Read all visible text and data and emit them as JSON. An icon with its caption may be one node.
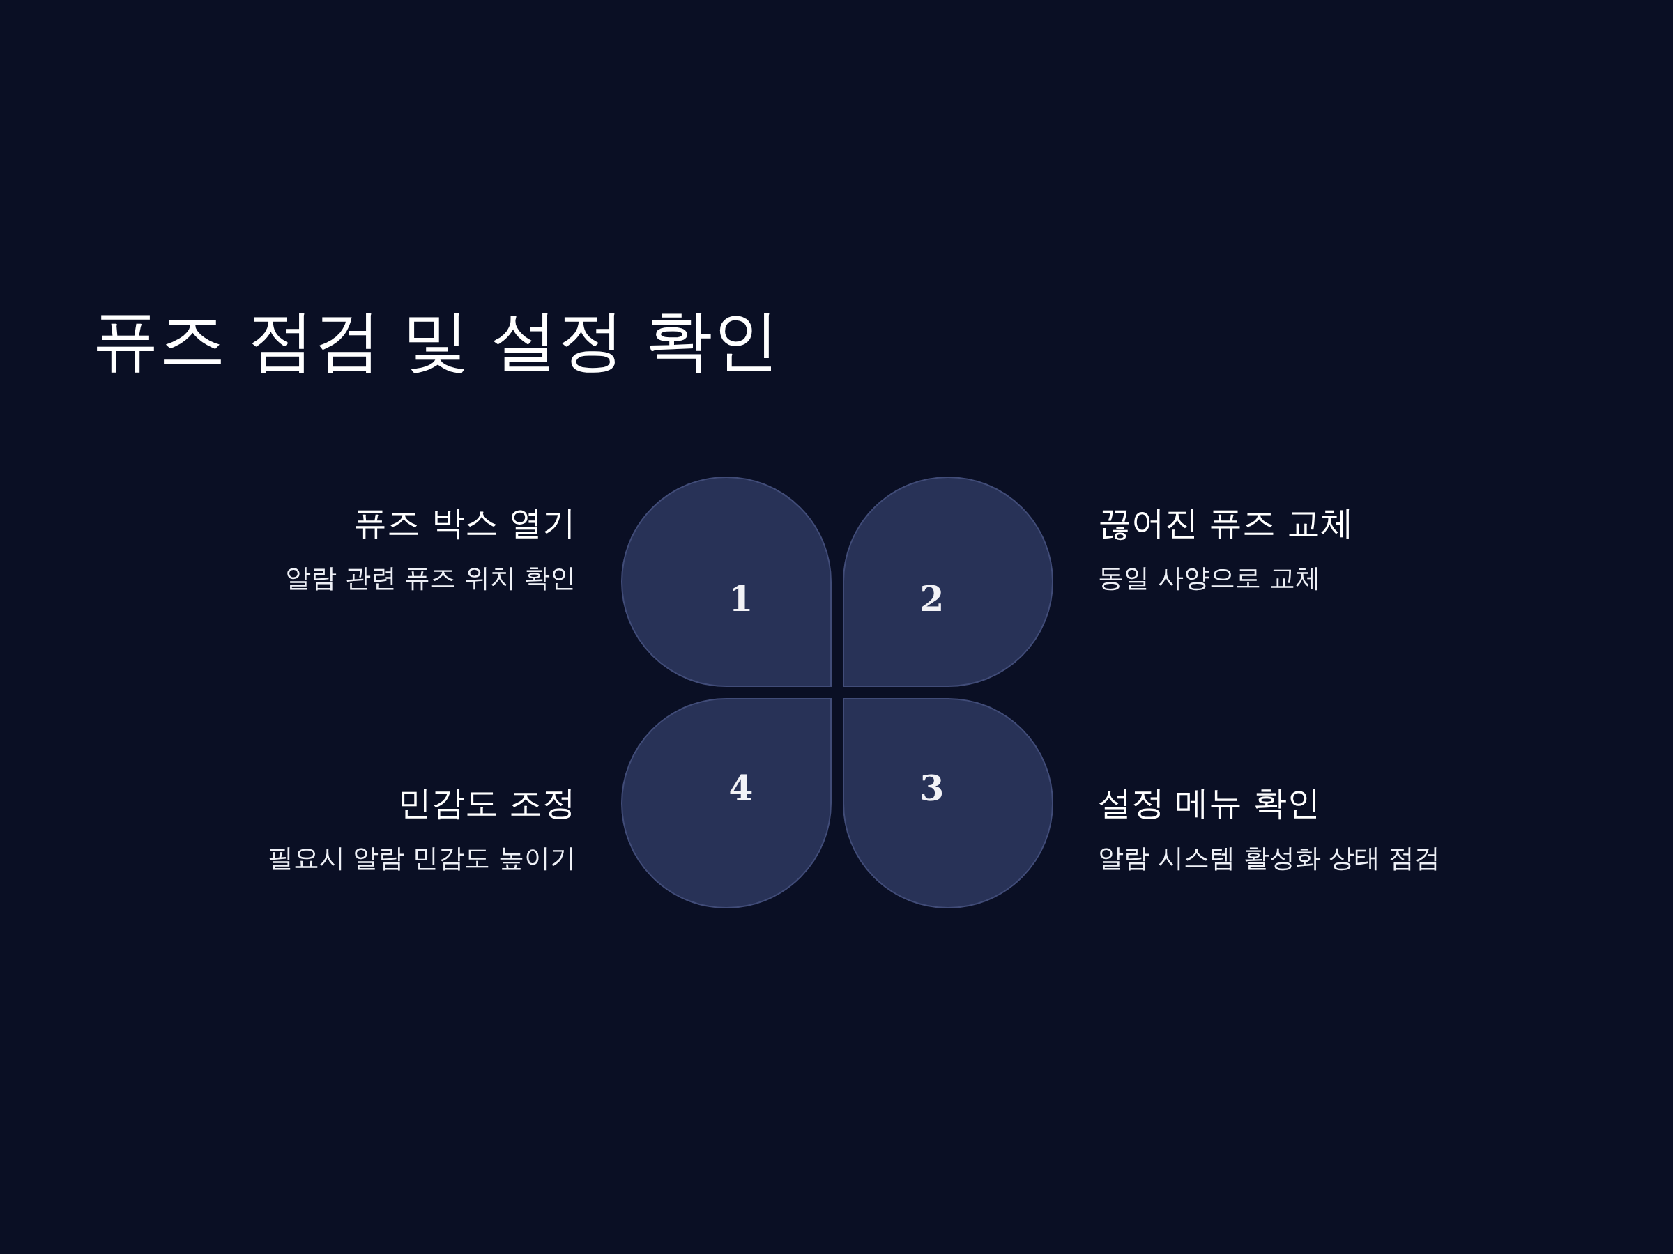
{
  "diagram": {
    "title": "퓨즈 점검 및 설정 확인",
    "nodes": [
      {
        "text": [
          "1"
        ],
        "beside": [
          "퓨즈 박스 열기",
          "알람 관련 퓨즈 위치 확인"
        ]
      },
      {
        "text": [
          "2"
        ],
        "beside": [
          "끊어진 퓨즈 교체",
          "동일 사양으로 교체"
        ]
      },
      {
        "text": [
          "4"
        ],
        "beside": [
          "민감도 조정",
          "필요시 알람 민감도 높이기"
        ]
      },
      {
        "text": [
          "3"
        ],
        "beside": [
          "설정 메뉴 확인",
          "알람 시스템 활성화 상태 점검"
        ]
      }
    ],
    "edges": []
  }
}
